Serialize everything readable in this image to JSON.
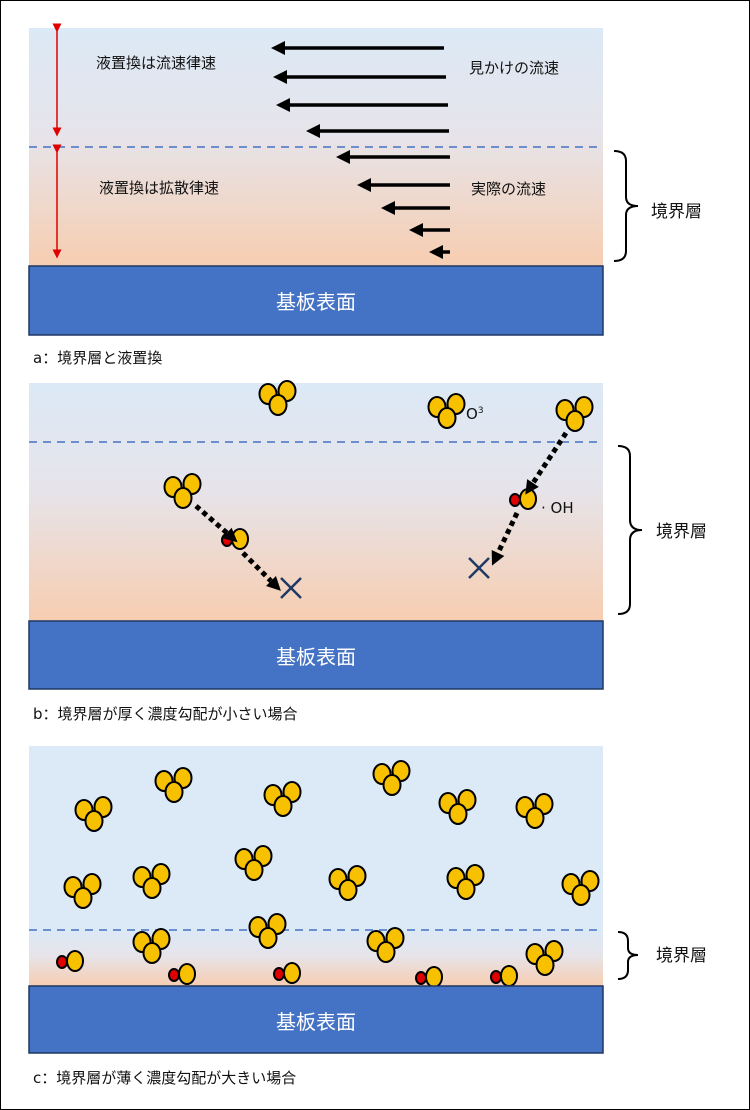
{
  "colors": {
    "substrate": "#4472c4",
    "water_top": "#dce9f6",
    "water_bottom": "#f7cdb0",
    "dash": "#4472c4",
    "molecule": "#f8c100",
    "radical": "#e00000",
    "arrow_red": "#e00000"
  },
  "panel_a": {
    "rate_limit_flow": "液置換は流速律速",
    "apparent_flow": "見かけの流速",
    "rate_limit_diffusion": "液置換は拡散律速",
    "actual_flow": "実際の流速",
    "boundary_layer": "境界層",
    "substrate": "基板表面",
    "caption": "a：境界層と液置換"
  },
  "panel_b": {
    "o3_label": "O",
    "o3_sub": "3",
    "oh_label": "· OH",
    "boundary_layer": "境界層",
    "substrate": "基板表面",
    "caption": "b：境界層が厚く濃度勾配が小さい場合"
  },
  "panel_c": {
    "boundary_layer": "境界層",
    "substrate": "基板表面",
    "caption": "c：境界層が薄く濃度勾配が大きい場合"
  }
}
